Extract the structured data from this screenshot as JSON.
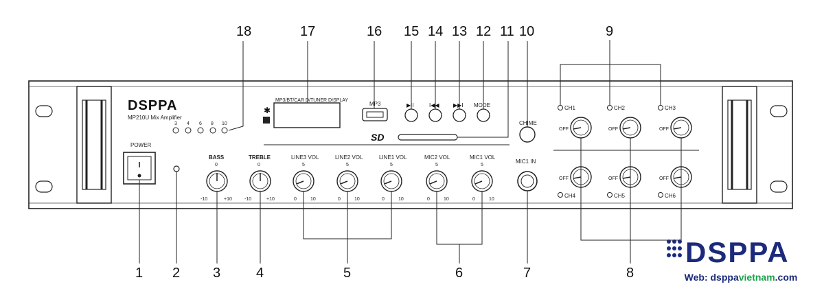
{
  "panel": {
    "brand": "DSPPA",
    "model": "MP210U Mix Amplifier",
    "power_label": "POWER",
    "display_label": "MP3/BT/CAR  D/TUNER DISPLAY",
    "mp3_label": "MP3",
    "mode_label": "MODE",
    "chime_label": "CHIME",
    "mic1_in_label": "MIC1 IN",
    "led_scale": [
      "3",
      "4",
      "6",
      "8",
      "10"
    ],
    "knobs": [
      {
        "label": "BASS",
        "min": "-10",
        "mid": "0",
        "max": "+10"
      },
      {
        "label": "TREBLE",
        "min": "-10",
        "mid": "0",
        "max": "+10"
      },
      {
        "label": "LINE3 VOL",
        "min": "0",
        "mid": "5",
        "max": "10"
      },
      {
        "label": "LINE2 VOL",
        "min": "0",
        "mid": "5",
        "max": "10"
      },
      {
        "label": "LINE1 VOL",
        "min": "0",
        "mid": "5",
        "max": "10"
      },
      {
        "label": "MIC2 VOL",
        "min": "0",
        "mid": "5",
        "max": "10"
      },
      {
        "label": "MIC1 VOL",
        "min": "0",
        "mid": "5",
        "max": "10"
      }
    ],
    "channels_top": [
      "CH1",
      "CH2",
      "CH3"
    ],
    "channels_bottom": [
      "CH4",
      "CH5",
      "CH6"
    ],
    "off_label": "OFF"
  },
  "callouts_top": [
    "18",
    "17",
    "16",
    "15",
    "14",
    "13",
    "12",
    "11",
    "10",
    "9"
  ],
  "callouts_bottom": [
    "1",
    "2",
    "3",
    "4",
    "5",
    "6",
    "7",
    "8"
  ],
  "watermark": {
    "logo": "DSPPA",
    "web_prefix": "Web: dsppa",
    "web_highlight": "vietnam",
    "web_suffix": ".com"
  }
}
